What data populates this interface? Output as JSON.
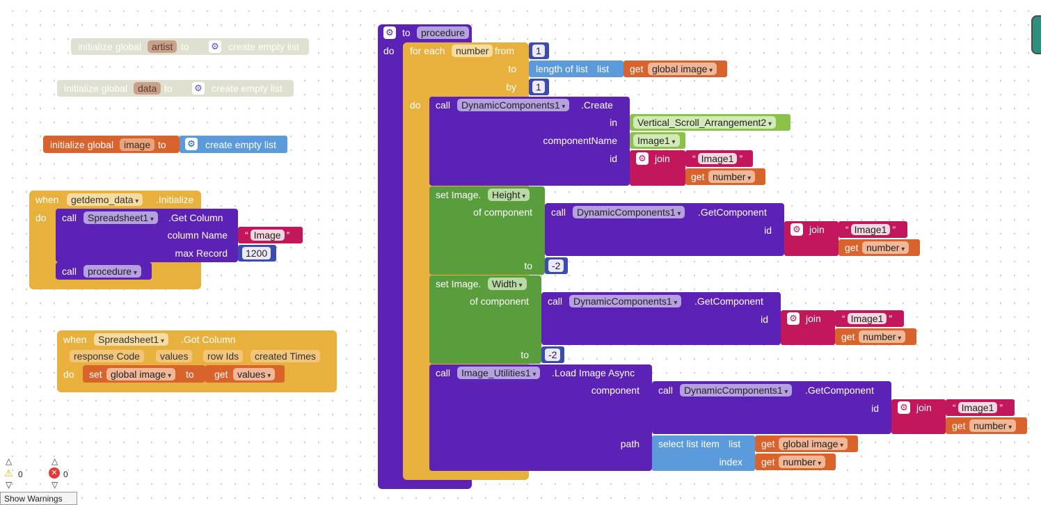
{
  "global_blocks": {
    "artist": {
      "initialize": "initialize global",
      "name": "artist",
      "to": "to",
      "value": "create empty list"
    },
    "data": {
      "initialize": "initialize global",
      "name": "data",
      "to": "to",
      "value": "create empty list"
    },
    "image": {
      "initialize": "initialize global",
      "name": "image",
      "to": "to",
      "value": "create empty list"
    }
  },
  "initialize_event": {
    "when": "when",
    "component": "getdemo_data",
    "event": ".Initialize",
    "do": "do",
    "call1": {
      "call": "call",
      "component": "Spreadsheet1",
      "method": ".Get Column",
      "column_name_label": "column Name",
      "column_name_value": "Image",
      "max_record_label": "max Record",
      "max_record_value": "1200"
    },
    "call2": {
      "call": "call",
      "procedure": "procedure"
    }
  },
  "got_column_event": {
    "when": "when",
    "component": "Spreadsheet1",
    "event": ".Got Column",
    "params": [
      "response Code",
      "values",
      "row Ids",
      "created Times"
    ],
    "do": "do",
    "set": "set",
    "var": "global image",
    "to": "to",
    "get": "get",
    "get_var": "values"
  },
  "procedure": {
    "to": "to",
    "name": "procedure",
    "do": "do",
    "for_each": "for each",
    "loop_var": "number",
    "from": "from",
    "from_value": "1",
    "to_label": "to",
    "length_of_list": "length of list",
    "list_label": "list",
    "get": "get",
    "global_image": "global image",
    "by": "by",
    "by_value": "1",
    "loop_do": "do",
    "create": {
      "call": "call",
      "component": "DynamicComponents1",
      "method": ".Create",
      "in": "in",
      "in_value": "Vertical_Scroll_Arrangement2",
      "component_name": "componentName",
      "component_name_value": "Image1",
      "id": "id",
      "join": "join",
      "join_text": "Image1",
      "get": "get",
      "get_var": "number"
    },
    "set_height": {
      "set": "set Image.",
      "prop": "Height",
      "of_component": "of component",
      "call": "call",
      "component": "DynamicComponents1",
      "method": ".GetComponent",
      "id": "id",
      "join": "join",
      "join_text": "Image1",
      "get": "get",
      "get_var": "number",
      "to": "to",
      "value": "-2"
    },
    "set_width": {
      "set": "set Image.",
      "prop": "Width",
      "of_component": "of component",
      "call": "call",
      "component": "DynamicComponents1",
      "method": ".GetComponent",
      "id": "id",
      "join": "join",
      "join_text": "Image1",
      "get": "get",
      "get_var": "number",
      "to": "to",
      "value": "-2"
    },
    "load_image": {
      "call": "call",
      "component": "Image_Utilities1",
      "method": ".Load Image Async",
      "component_label": "component",
      "call2": "call",
      "component2": "DynamicComponents1",
      "method2": ".GetComponent",
      "id": "id",
      "join": "join",
      "join_text": "Image1",
      "get": "get",
      "get_var": "number",
      "path": "path",
      "select_list_item": "select list item",
      "list_label": "list",
      "global_image": "global image",
      "index": "index",
      "index_var": "number"
    }
  },
  "status": {
    "warnings_count": "0",
    "errors_count": "0",
    "show_warnings": "Show Warnings"
  }
}
